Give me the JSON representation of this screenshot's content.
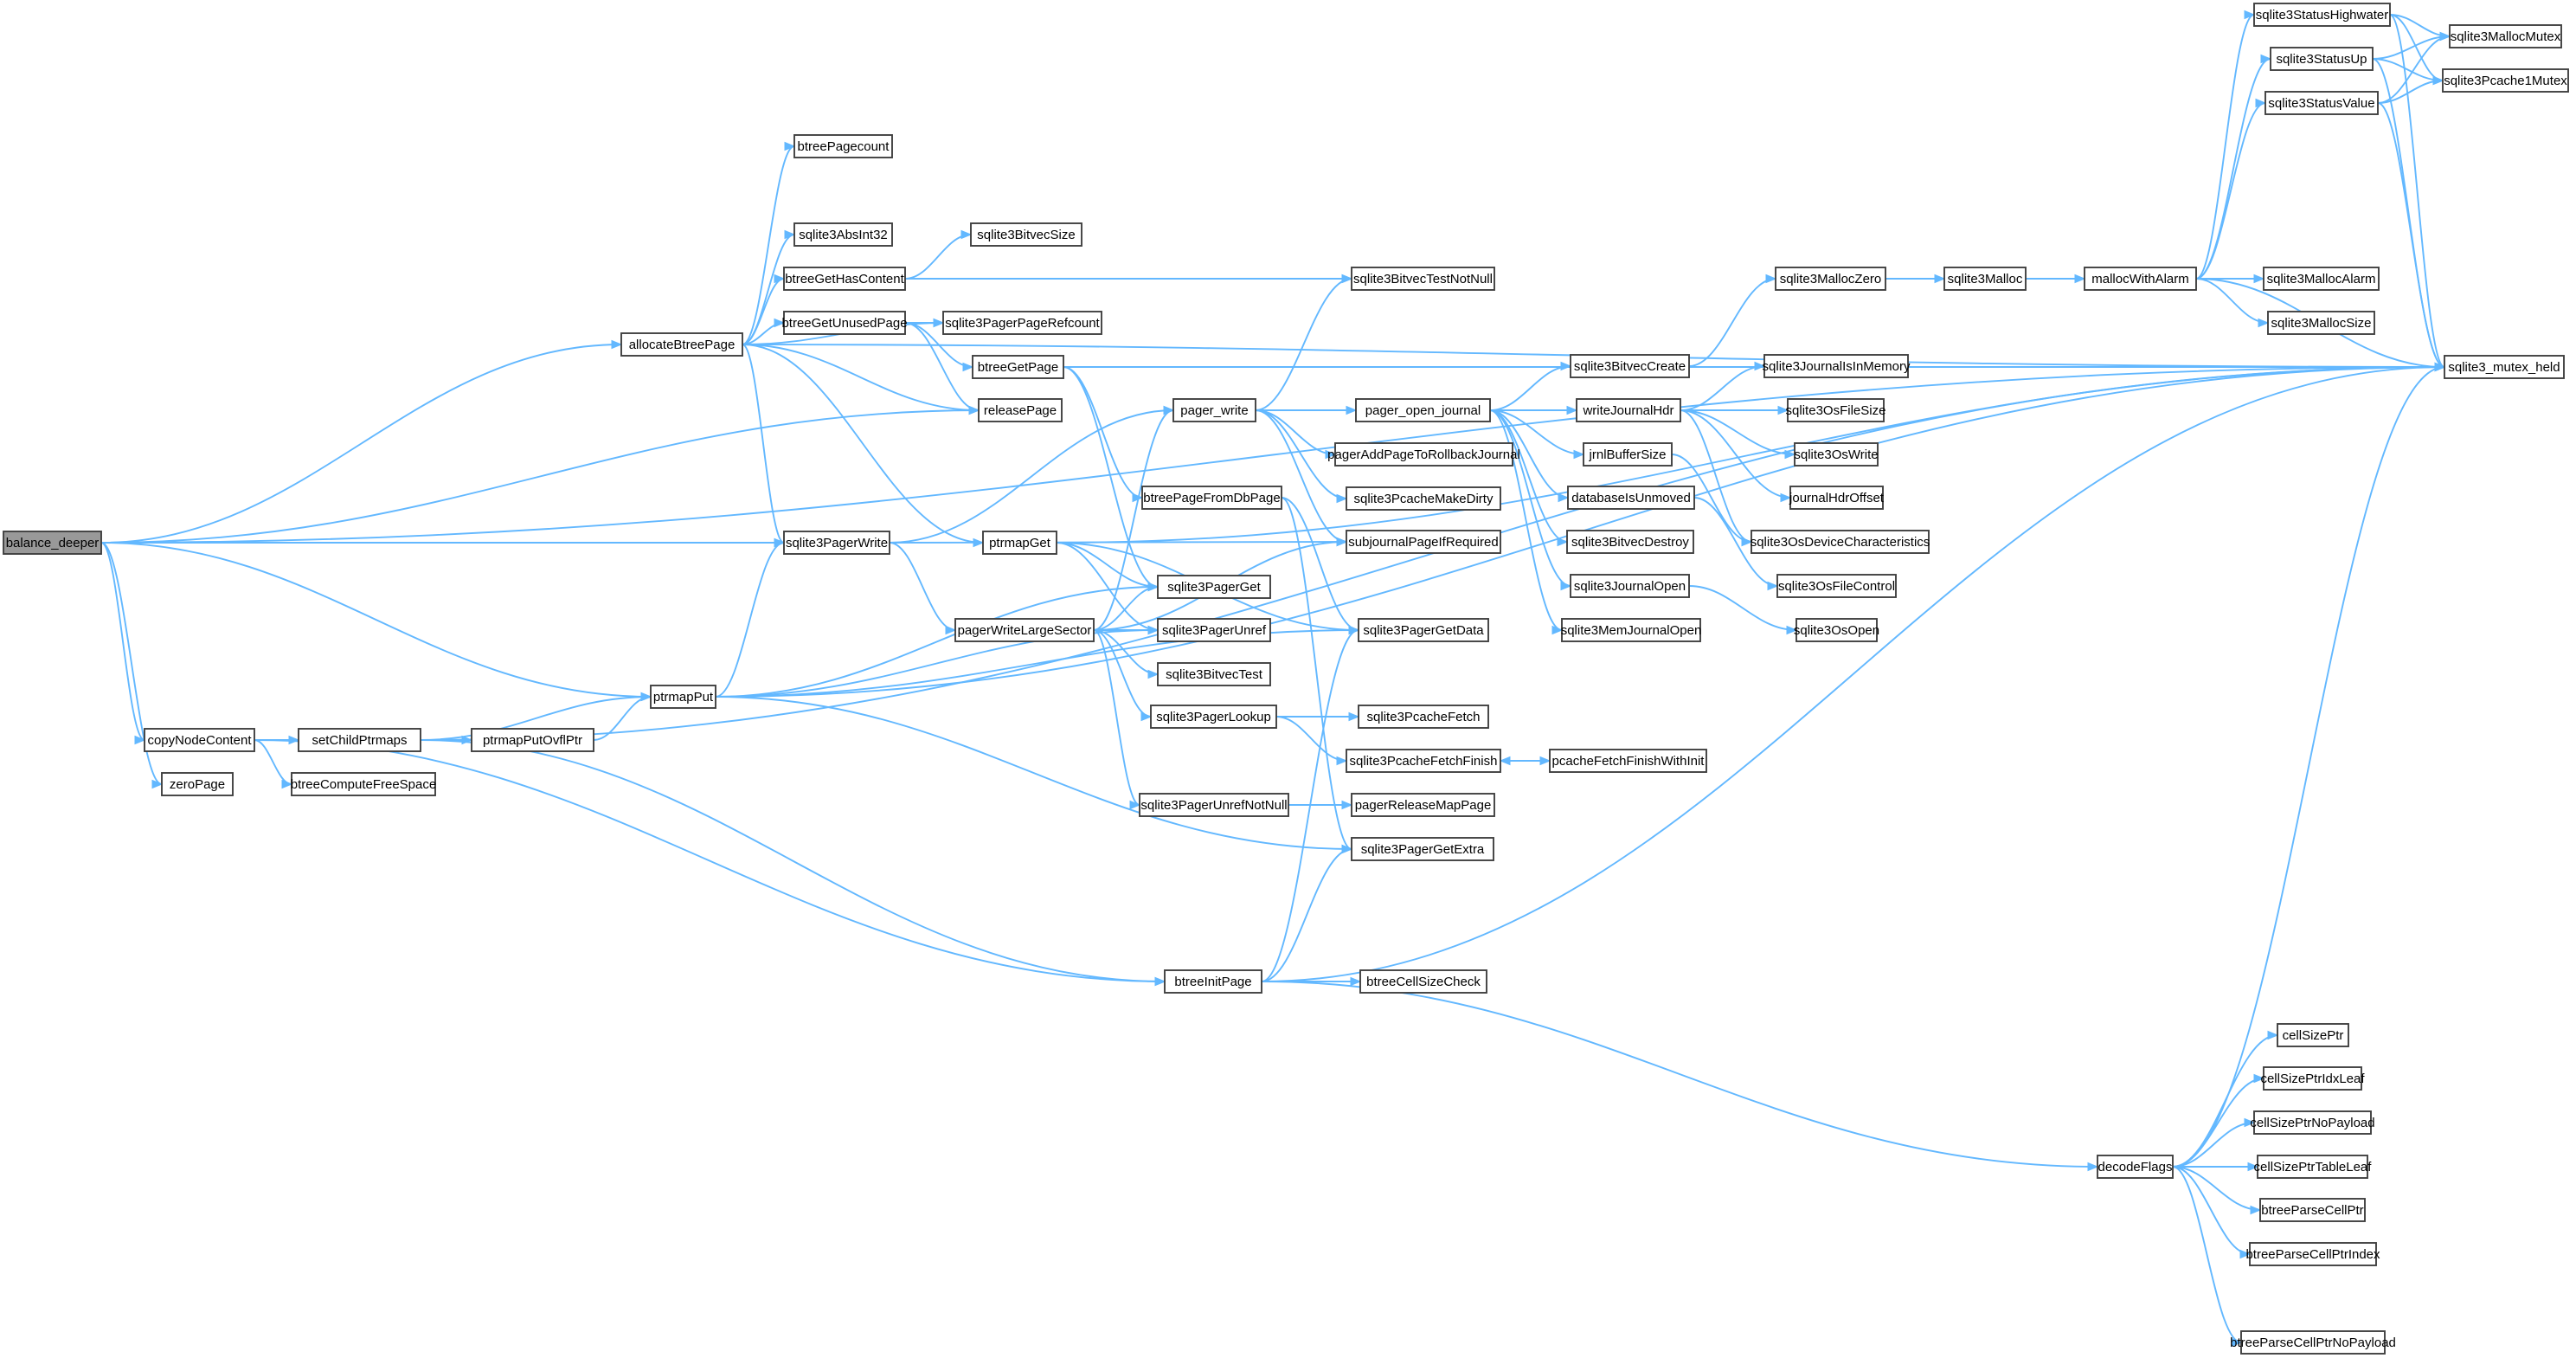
{
  "graph": {
    "root": "balance_deeper",
    "colors": {
      "edge": "#63b8ff",
      "node_border": "#404040",
      "node_fill": "#ffffff",
      "root_fill": "#999999"
    },
    "nodes": [
      {
        "id": "balance_deeper",
        "label": "balance_deeper"
      },
      {
        "id": "allocateBtreePage",
        "label": "allocateBtreePage"
      },
      {
        "id": "sqlite3PagerWrite",
        "label": "sqlite3PagerWrite"
      },
      {
        "id": "ptrmapPut",
        "label": "ptrmapPut"
      },
      {
        "id": "copyNodeContent",
        "label": "copyNodeContent"
      },
      {
        "id": "zeroPage",
        "label": "zeroPage"
      },
      {
        "id": "setChildPtrmaps",
        "label": "setChildPtrmaps"
      },
      {
        "id": "btreeComputeFreeSpace",
        "label": "btreeComputeFreeSpace"
      },
      {
        "id": "ptrmapPutOvflPtr",
        "label": "ptrmapPutOvflPtr"
      },
      {
        "id": "btreePagecount",
        "label": "btreePagecount"
      },
      {
        "id": "sqlite3AbsInt32",
        "label": "sqlite3AbsInt32"
      },
      {
        "id": "btreeGetHasContent",
        "label": "btreeGetHasContent"
      },
      {
        "id": "btreeGetUnusedPage",
        "label": "btreeGetUnusedPage"
      },
      {
        "id": "sqlite3BitvecSize",
        "label": "sqlite3BitvecSize"
      },
      {
        "id": "sqlite3PagerPageRefcount",
        "label": "sqlite3PagerPageRefcount"
      },
      {
        "id": "btreeGetPage",
        "label": "btreeGetPage"
      },
      {
        "id": "releasePage",
        "label": "releasePage"
      },
      {
        "id": "ptrmapGet",
        "label": "ptrmapGet"
      },
      {
        "id": "pagerWriteLargeSector",
        "label": "pagerWriteLargeSector"
      },
      {
        "id": "pager_write",
        "label": "pager_write"
      },
      {
        "id": "btreePageFromDbPage",
        "label": "btreePageFromDbPage"
      },
      {
        "id": "sqlite3PagerGet",
        "label": "sqlite3PagerGet"
      },
      {
        "id": "sqlite3PagerUnref",
        "label": "sqlite3PagerUnref"
      },
      {
        "id": "sqlite3BitvecTest",
        "label": "sqlite3BitvecTest"
      },
      {
        "id": "sqlite3PagerLookup",
        "label": "sqlite3PagerLookup"
      },
      {
        "id": "sqlite3PagerUnrefNotNull",
        "label": "sqlite3PagerUnrefNotNull"
      },
      {
        "id": "btreeInitPage",
        "label": "btreeInitPage"
      },
      {
        "id": "sqlite3BitvecTestNotNull",
        "label": "sqlite3BitvecTestNotNull"
      },
      {
        "id": "pager_open_journal",
        "label": "pager_open_journal"
      },
      {
        "id": "pagerAddPageToRollbackJournal",
        "label": "pagerAddPageToRollbackJournal"
      },
      {
        "id": "sqlite3PcacheMakeDirty",
        "label": "sqlite3PcacheMakeDirty"
      },
      {
        "id": "subjournalPageIfRequired",
        "label": "subjournalPageIfRequired"
      },
      {
        "id": "sqlite3PagerGetData",
        "label": "sqlite3PagerGetData"
      },
      {
        "id": "sqlite3PcacheFetch",
        "label": "sqlite3PcacheFetch"
      },
      {
        "id": "sqlite3PcacheFetchFinish",
        "label": "sqlite3PcacheFetchFinish"
      },
      {
        "id": "pagerReleaseMapPage",
        "label": "pagerReleaseMapPage"
      },
      {
        "id": "sqlite3PagerGetExtra",
        "label": "sqlite3PagerGetExtra"
      },
      {
        "id": "btreeCellSizeCheck",
        "label": "btreeCellSizeCheck"
      },
      {
        "id": "sqlite3BitvecCreate",
        "label": "sqlite3BitvecCreate"
      },
      {
        "id": "writeJournalHdr",
        "label": "writeJournalHdr"
      },
      {
        "id": "jrnlBufferSize",
        "label": "jrnlBufferSize"
      },
      {
        "id": "databaseIsUnmoved",
        "label": "databaseIsUnmoved"
      },
      {
        "id": "sqlite3BitvecDestroy",
        "label": "sqlite3BitvecDestroy"
      },
      {
        "id": "sqlite3JournalOpen",
        "label": "sqlite3JournalOpen"
      },
      {
        "id": "sqlite3MemJournalOpen",
        "label": "sqlite3MemJournalOpen"
      },
      {
        "id": "pcacheFetchFinishWithInit",
        "label": "pcacheFetchFinishWithInit"
      },
      {
        "id": "sqlite3MallocZero",
        "label": "sqlite3MallocZero"
      },
      {
        "id": "sqlite3Malloc",
        "label": "sqlite3Malloc"
      },
      {
        "id": "mallocWithAlarm",
        "label": "mallocWithAlarm"
      },
      {
        "id": "sqlite3JournalIsInMemory",
        "label": "sqlite3JournalIsInMemory"
      },
      {
        "id": "sqlite3OsFileSize",
        "label": "sqlite3OsFileSize"
      },
      {
        "id": "sqlite3OsWrite",
        "label": "sqlite3OsWrite"
      },
      {
        "id": "journalHdrOffset",
        "label": "journalHdrOffset"
      },
      {
        "id": "sqlite3OsDeviceCharacteristics",
        "label": "sqlite3OsDeviceCharacteristics"
      },
      {
        "id": "sqlite3OsFileControl",
        "label": "sqlite3OsFileControl"
      },
      {
        "id": "sqlite3OsOpen",
        "label": "sqlite3OsOpen"
      },
      {
        "id": "sqlite3StatusHighwater",
        "label": "sqlite3StatusHighwater"
      },
      {
        "id": "sqlite3StatusUp",
        "label": "sqlite3StatusUp"
      },
      {
        "id": "sqlite3StatusValue",
        "label": "sqlite3StatusValue"
      },
      {
        "id": "sqlite3MallocAlarm",
        "label": "sqlite3MallocAlarm"
      },
      {
        "id": "sqlite3MallocSize",
        "label": "sqlite3MallocSize"
      },
      {
        "id": "sqlite3MallocMutex",
        "label": "sqlite3MallocMutex"
      },
      {
        "id": "sqlite3Pcache1Mutex",
        "label": "sqlite3Pcache1Mutex"
      },
      {
        "id": "sqlite3_mutex_held",
        "label": "sqlite3_mutex_held"
      },
      {
        "id": "decodeFlags",
        "label": "decodeFlags"
      },
      {
        "id": "cellSizePtr",
        "label": "cellSizePtr"
      },
      {
        "id": "cellSizePtrIdxLeaf",
        "label": "cellSizePtrIdxLeaf"
      },
      {
        "id": "cellSizePtrNoPayload",
        "label": "cellSizePtrNoPayload"
      },
      {
        "id": "cellSizePtrTableLeaf",
        "label": "cellSizePtrTableLeaf"
      },
      {
        "id": "btreeParseCellPtr",
        "label": "btreeParseCellPtr"
      },
      {
        "id": "btreeParseCellPtrIndex",
        "label": "btreeParseCellPtrIndex"
      },
      {
        "id": "btreeParseCellPtrNoPayload",
        "label": "btreeParseCellPtrNoPayload"
      }
    ],
    "edges": [
      [
        "balance_deeper",
        "allocateBtreePage"
      ],
      [
        "balance_deeper",
        "sqlite3PagerWrite"
      ],
      [
        "balance_deeper",
        "ptrmapPut"
      ],
      [
        "balance_deeper",
        "copyNodeContent"
      ],
      [
        "balance_deeper",
        "zeroPage"
      ],
      [
        "balance_deeper",
        "releasePage"
      ],
      [
        "balance_deeper",
        "sqlite3_mutex_held"
      ],
      [
        "allocateBtreePage",
        "btreePagecount"
      ],
      [
        "allocateBtreePage",
        "sqlite3AbsInt32"
      ],
      [
        "allocateBtreePage",
        "btreeGetHasContent"
      ],
      [
        "allocateBtreePage",
        "btreeGetUnusedPage"
      ],
      [
        "allocateBtreePage",
        "sqlite3PagerPageRefcount"
      ],
      [
        "allocateBtreePage",
        "releasePage"
      ],
      [
        "allocateBtreePage",
        "sqlite3PagerWrite"
      ],
      [
        "allocateBtreePage",
        "ptrmapGet"
      ],
      [
        "allocateBtreePage",
        "sqlite3_mutex_held"
      ],
      [
        "btreeGetHasContent",
        "sqlite3BitvecSize"
      ],
      [
        "btreeGetHasContent",
        "sqlite3BitvecTestNotNull"
      ],
      [
        "btreeGetUnusedPage",
        "sqlite3PagerPageRefcount"
      ],
      [
        "btreeGetUnusedPage",
        "btreeGetPage"
      ],
      [
        "btreeGetUnusedPage",
        "releasePage"
      ],
      [
        "btreeGetPage",
        "btreePageFromDbPage"
      ],
      [
        "btreeGetPage",
        "sqlite3PagerGet"
      ],
      [
        "btreeGetPage",
        "sqlite3_mutex_held"
      ],
      [
        "sqlite3PagerWrite",
        "pager_write"
      ],
      [
        "sqlite3PagerWrite",
        "pagerWriteLargeSector"
      ],
      [
        "sqlite3PagerWrite",
        "subjournalPageIfRequired"
      ],
      [
        "ptrmapPut",
        "sqlite3PagerWrite"
      ],
      [
        "ptrmapPut",
        "sqlite3PagerGet"
      ],
      [
        "ptrmapPut",
        "sqlite3PagerGetData"
      ],
      [
        "ptrmapPut",
        "sqlite3PagerUnref"
      ],
      [
        "ptrmapPut",
        "sqlite3_mutex_held"
      ],
      [
        "ptrmapPut",
        "sqlite3PagerGetExtra"
      ],
      [
        "ptrmapGet",
        "sqlite3PagerGet"
      ],
      [
        "ptrmapGet",
        "sqlite3PagerGetData"
      ],
      [
        "ptrmapGet",
        "sqlite3PagerUnref"
      ],
      [
        "ptrmapGet",
        "sqlite3_mutex_held"
      ],
      [
        "pagerWriteLargeSector",
        "pager_write"
      ],
      [
        "pagerWriteLargeSector",
        "sqlite3PagerGet"
      ],
      [
        "pagerWriteLargeSector",
        "sqlite3PagerUnref"
      ],
      [
        "pagerWriteLargeSector",
        "sqlite3BitvecTest"
      ],
      [
        "pagerWriteLargeSector",
        "sqlite3PagerLookup"
      ],
      [
        "pagerWriteLargeSector",
        "sqlite3PagerUnrefNotNull"
      ],
      [
        "pagerWriteLargeSector",
        "subjournalPageIfRequired"
      ],
      [
        "pager_write",
        "sqlite3BitvecTestNotNull"
      ],
      [
        "pager_write",
        "pager_open_journal"
      ],
      [
        "pager_write",
        "pagerAddPageToRollbackJournal"
      ],
      [
        "pager_write",
        "sqlite3PcacheMakeDirty"
      ],
      [
        "pager_write",
        "subjournalPageIfRequired"
      ],
      [
        "btreePageFromDbPage",
        "sqlite3PagerGetData"
      ],
      [
        "btreePageFromDbPage",
        "sqlite3PagerGetExtra"
      ],
      [
        "sqlite3PagerLookup",
        "sqlite3PcacheFetch"
      ],
      [
        "sqlite3PagerLookup",
        "sqlite3PcacheFetchFinish"
      ],
      [
        "sqlite3PagerUnrefNotNull",
        "pagerReleaseMapPage"
      ],
      [
        "sqlite3PcacheFetchFinish",
        "pcacheFetchFinishWithInit"
      ],
      [
        "pcacheFetchFinishWithInit",
        "sqlite3PcacheFetchFinish"
      ],
      [
        "pager_open_journal",
        "sqlite3BitvecCreate"
      ],
      [
        "pager_open_journal",
        "writeJournalHdr"
      ],
      [
        "pager_open_journal",
        "jrnlBufferSize"
      ],
      [
        "pager_open_journal",
        "databaseIsUnmoved"
      ],
      [
        "pager_open_journal",
        "sqlite3BitvecDestroy"
      ],
      [
        "pager_open_journal",
        "sqlite3JournalOpen"
      ],
      [
        "pager_open_journal",
        "sqlite3MemJournalOpen"
      ],
      [
        "sqlite3BitvecCreate",
        "sqlite3MallocZero"
      ],
      [
        "sqlite3MallocZero",
        "sqlite3Malloc"
      ],
      [
        "sqlite3Malloc",
        "mallocWithAlarm"
      ],
      [
        "mallocWithAlarm",
        "sqlite3StatusHighwater"
      ],
      [
        "mallocWithAlarm",
        "sqlite3StatusUp"
      ],
      [
        "mallocWithAlarm",
        "sqlite3StatusValue"
      ],
      [
        "mallocWithAlarm",
        "sqlite3MallocAlarm"
      ],
      [
        "mallocWithAlarm",
        "sqlite3MallocSize"
      ],
      [
        "mallocWithAlarm",
        "sqlite3_mutex_held"
      ],
      [
        "sqlite3StatusHighwater",
        "sqlite3MallocMutex"
      ],
      [
        "sqlite3StatusHighwater",
        "sqlite3Pcache1Mutex"
      ],
      [
        "sqlite3StatusHighwater",
        "sqlite3_mutex_held"
      ],
      [
        "sqlite3StatusUp",
        "sqlite3MallocMutex"
      ],
      [
        "sqlite3StatusUp",
        "sqlite3Pcache1Mutex"
      ],
      [
        "sqlite3StatusUp",
        "sqlite3_mutex_held"
      ],
      [
        "sqlite3StatusValue",
        "sqlite3MallocMutex"
      ],
      [
        "sqlite3StatusValue",
        "sqlite3Pcache1Mutex"
      ],
      [
        "sqlite3StatusValue",
        "sqlite3_mutex_held"
      ],
      [
        "writeJournalHdr",
        "sqlite3JournalIsInMemory"
      ],
      [
        "writeJournalHdr",
        "sqlite3OsFileSize"
      ],
      [
        "writeJournalHdr",
        "sqlite3OsWrite"
      ],
      [
        "writeJournalHdr",
        "journalHdrOffset"
      ],
      [
        "writeJournalHdr",
        "sqlite3OsDeviceCharacteristics"
      ],
      [
        "jrnlBufferSize",
        "sqlite3OsDeviceCharacteristics"
      ],
      [
        "databaseIsUnmoved",
        "sqlite3OsFileControl"
      ],
      [
        "sqlite3JournalOpen",
        "sqlite3OsOpen"
      ],
      [
        "copyNodeContent",
        "setChildPtrmaps"
      ],
      [
        "copyNodeContent",
        "btreeComputeFreeSpace"
      ],
      [
        "copyNodeContent",
        "btreeInitPage"
      ],
      [
        "setChildPtrmaps",
        "ptrmapPut"
      ],
      [
        "setChildPtrmaps",
        "ptrmapPutOvflPtr"
      ],
      [
        "setChildPtrmaps",
        "btreeInitPage"
      ],
      [
        "setChildPtrmaps",
        "sqlite3_mutex_held"
      ],
      [
        "ptrmapPutOvflPtr",
        "ptrmapPut"
      ],
      [
        "btreeInitPage",
        "sqlite3PagerGetData"
      ],
      [
        "btreeInitPage",
        "sqlite3PagerGetExtra"
      ],
      [
        "btreeInitPage",
        "btreeCellSizeCheck"
      ],
      [
        "btreeInitPage",
        "decodeFlags"
      ],
      [
        "btreeInitPage",
        "sqlite3_mutex_held"
      ],
      [
        "decodeFlags",
        "cellSizePtr"
      ],
      [
        "decodeFlags",
        "cellSizePtrIdxLeaf"
      ],
      [
        "decodeFlags",
        "cellSizePtrNoPayload"
      ],
      [
        "decodeFlags",
        "cellSizePtrTableLeaf"
      ],
      [
        "decodeFlags",
        "btreeParseCellPtr"
      ],
      [
        "decodeFlags",
        "btreeParseCellPtrIndex"
      ],
      [
        "decodeFlags",
        "btreeParseCellPtrNoPayload"
      ],
      [
        "decodeFlags",
        "sqlite3_mutex_held"
      ]
    ]
  }
}
